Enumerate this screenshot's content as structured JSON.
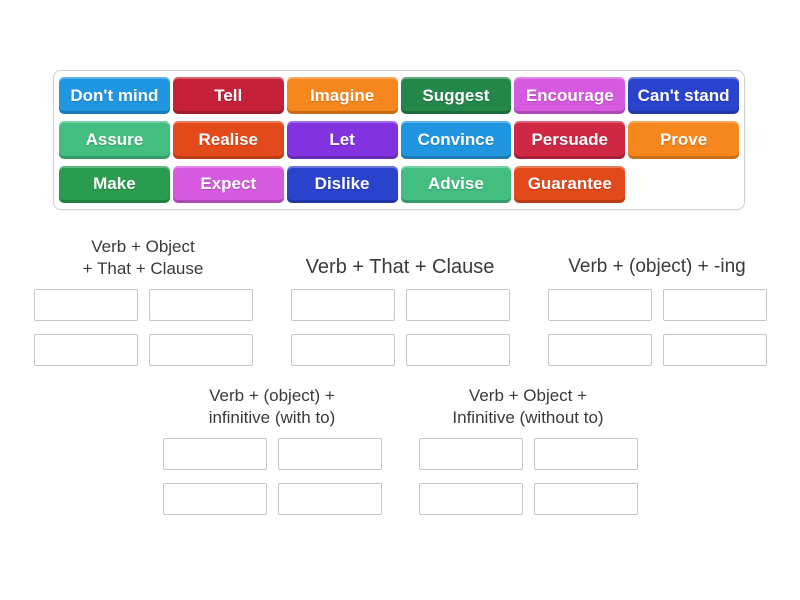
{
  "tray": {
    "tiles": [
      {
        "label": "Don't mind",
        "color": "#2196e0"
      },
      {
        "label": "Tell",
        "color": "#c62039"
      },
      {
        "label": "Imagine",
        "color": "#f6871e"
      },
      {
        "label": "Suggest",
        "color": "#24874a"
      },
      {
        "label": "Encourage",
        "color": "#d65adf"
      },
      {
        "label": "Can't stand",
        "color": "#2a43cd"
      },
      {
        "label": "Assure",
        "color": "#43bd80"
      },
      {
        "label": "Realise",
        "color": "#e24a1b"
      },
      {
        "label": "Let",
        "color": "#8232de"
      },
      {
        "label": "Convince",
        "color": "#2196e0"
      },
      {
        "label": "Persuade",
        "color": "#ce2845"
      },
      {
        "label": "Prove",
        "color": "#f6871e"
      },
      {
        "label": "Make",
        "color": "#2a9c50"
      },
      {
        "label": "Expect",
        "color": "#d65adf"
      },
      {
        "label": "Dislike",
        "color": "#2a43cd"
      },
      {
        "label": "Advise",
        "color": "#43bd80"
      },
      {
        "label": "Guarantee",
        "color": "#e24a1b"
      }
    ]
  },
  "groups": [
    {
      "label": "Verb + Object\n+ That + Clause",
      "slots": 4
    },
    {
      "label": "Verb + That + Clause",
      "slots": 4
    },
    {
      "label": "Verb + (object) + -ing",
      "slots": 4
    },
    {
      "label": "Verb + (object) +\ninfinitive (with to)",
      "slots": 4
    },
    {
      "label": "Verb + Object +\nInfinitive (without to)",
      "slots": 4
    }
  ]
}
